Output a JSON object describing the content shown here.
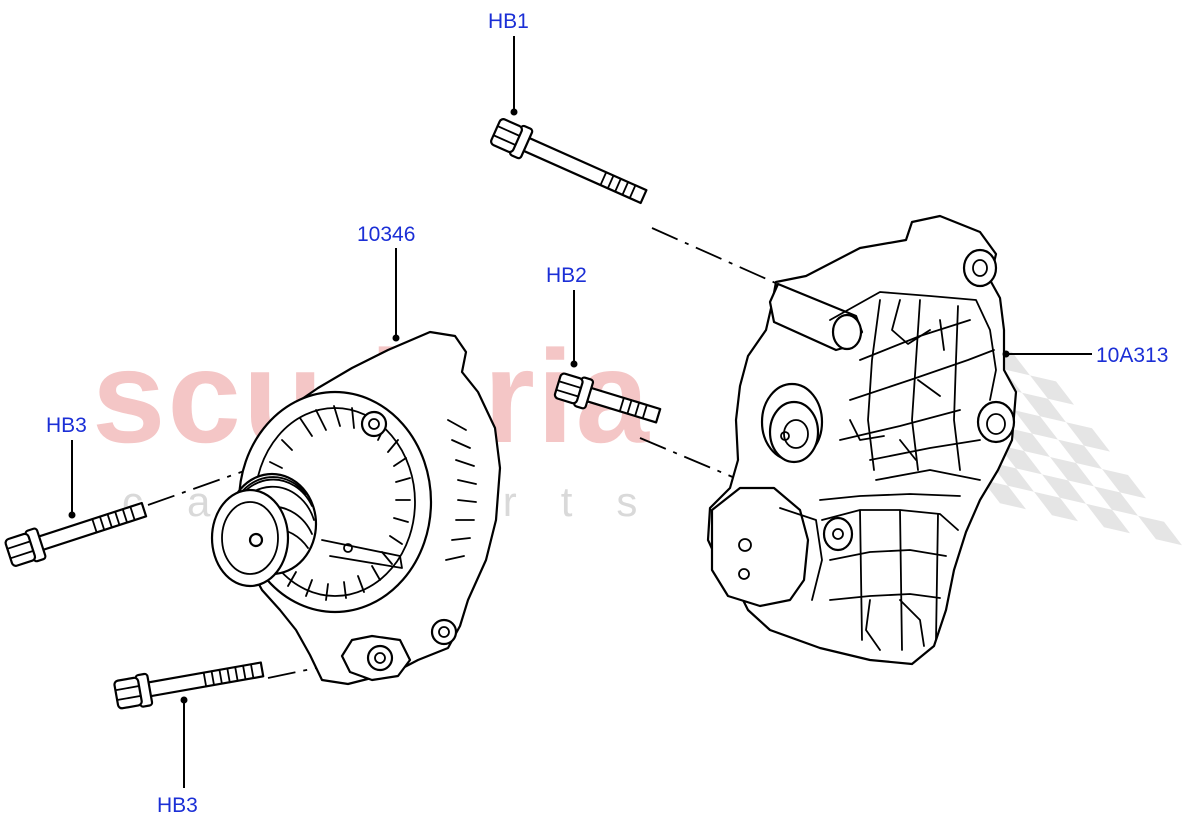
{
  "diagram": {
    "background": "#ffffff",
    "callout_color": "#1b2fd6",
    "line_color": "#000000"
  },
  "watermark": {
    "brand": "scuderia",
    "sub": "car parts",
    "brand_color": "#f4c6c6",
    "sub_color": "#d9d9d9",
    "flag_color": "#cfcfcf"
  },
  "callouts": {
    "hb1": "HB1",
    "hb2": "HB2",
    "hb3_upper": "HB3",
    "hb3_lower": "HB3",
    "alternator": "10346",
    "bracket": "10A313"
  },
  "parts": {
    "bolt_icon": "flange-bolt-icon",
    "alternator_icon": "alternator-icon",
    "bracket_icon": "mounting-bracket-icon"
  }
}
